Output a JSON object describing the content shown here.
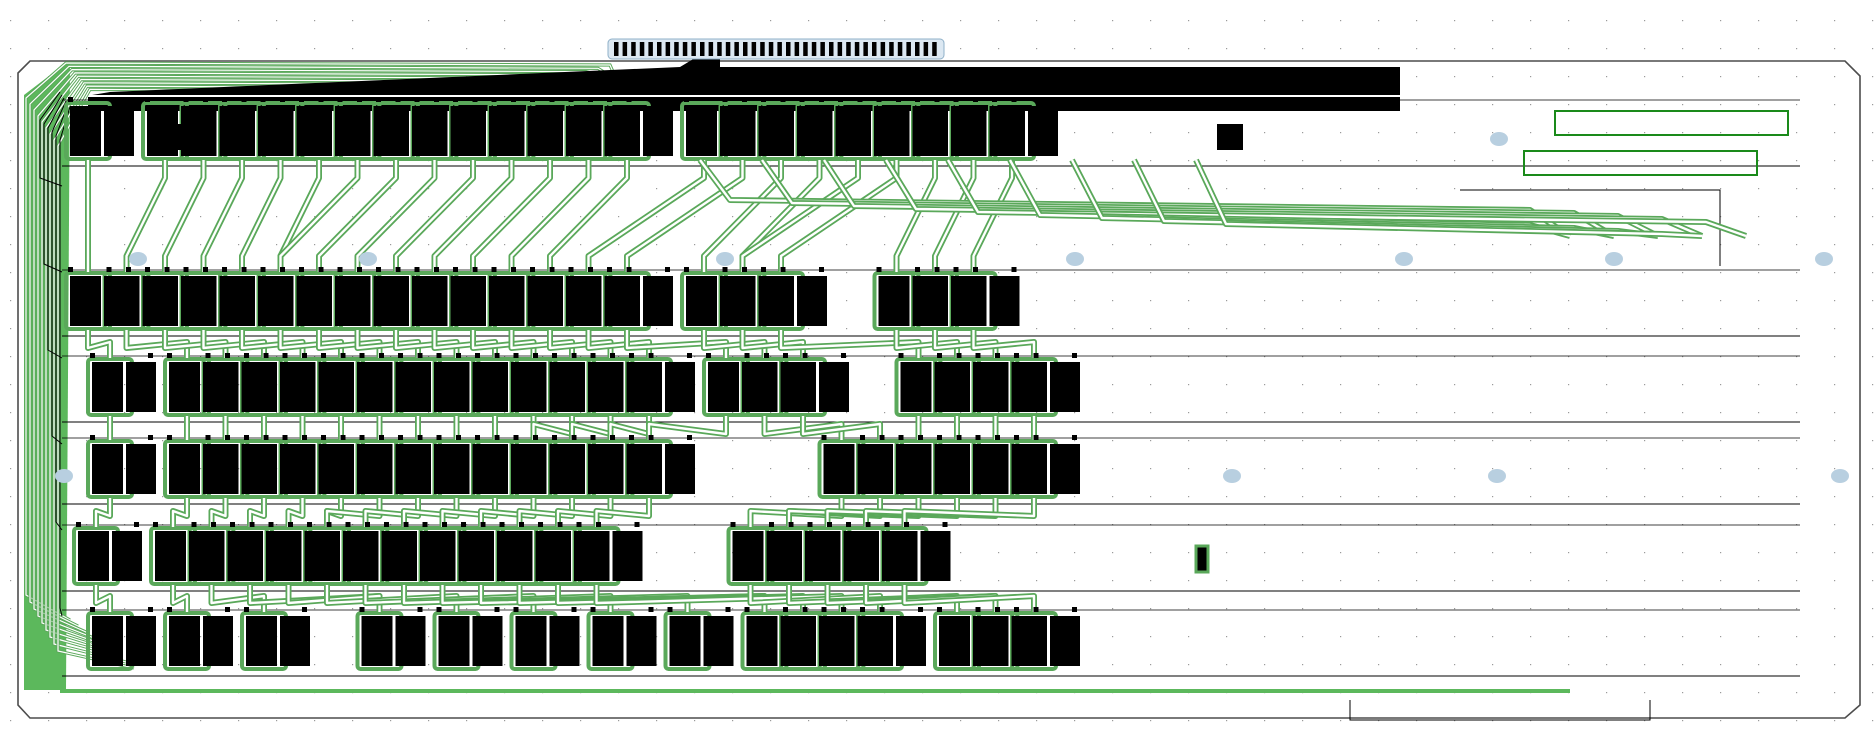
{
  "view": {
    "type": "pcb-layout",
    "subject": "keyboard-matrix",
    "colors": {
      "background": "#ffffff",
      "board_outline": "#4d4d4d",
      "pad": "#000000",
      "trace_fill": "#ffffff",
      "trace_outline": "#5aa85a",
      "track": "#000000",
      "copper_pour": "#5cb85c",
      "mount_hole": "#b8cfe0",
      "silkscreen": "#1a8a1a",
      "grid_dot": "#9a9a9a"
    },
    "matrix": {
      "rows": 6,
      "switch_columns": [
        23,
        21,
        21,
        20,
        18,
        15
      ]
    },
    "connector": {
      "pins": 38
    },
    "legend_boxes": 2
  }
}
